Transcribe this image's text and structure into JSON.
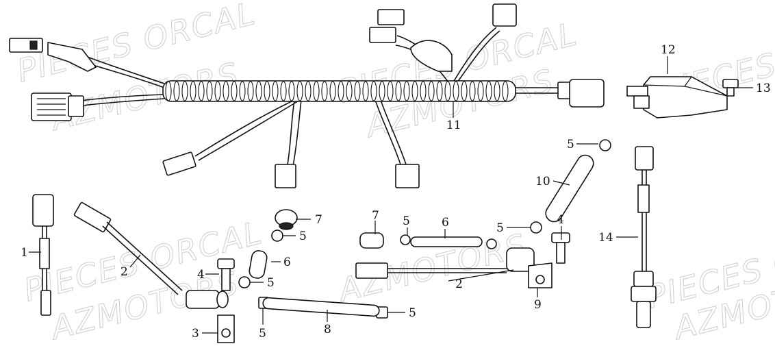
{
  "watermark": {
    "line1": "PIECES ORCAL",
    "line2": "AZMOTORS"
  },
  "callouts": [
    {
      "id": "c1",
      "text": "1"
    },
    {
      "id": "c2a",
      "text": "2"
    },
    {
      "id": "c2b",
      "text": "2"
    },
    {
      "id": "c3",
      "text": "3"
    },
    {
      "id": "c4a",
      "text": "4"
    },
    {
      "id": "c4b",
      "text": "4"
    },
    {
      "id": "c5a",
      "text": "5"
    },
    {
      "id": "c5b",
      "text": "5"
    },
    {
      "id": "c5c",
      "text": "5"
    },
    {
      "id": "c5d",
      "text": "5"
    },
    {
      "id": "c5e",
      "text": "5"
    },
    {
      "id": "c5f",
      "text": "5"
    },
    {
      "id": "c5g",
      "text": "5"
    },
    {
      "id": "c6a",
      "text": "6"
    },
    {
      "id": "c6b",
      "text": "6"
    },
    {
      "id": "c7a",
      "text": "7"
    },
    {
      "id": "c7b",
      "text": "7"
    },
    {
      "id": "c8",
      "text": "8"
    },
    {
      "id": "c9",
      "text": "9"
    },
    {
      "id": "c10",
      "text": "10"
    },
    {
      "id": "c11",
      "text": "11"
    },
    {
      "id": "c12",
      "text": "12"
    },
    {
      "id": "c13",
      "text": "13"
    },
    {
      "id": "c14",
      "text": "14"
    }
  ]
}
